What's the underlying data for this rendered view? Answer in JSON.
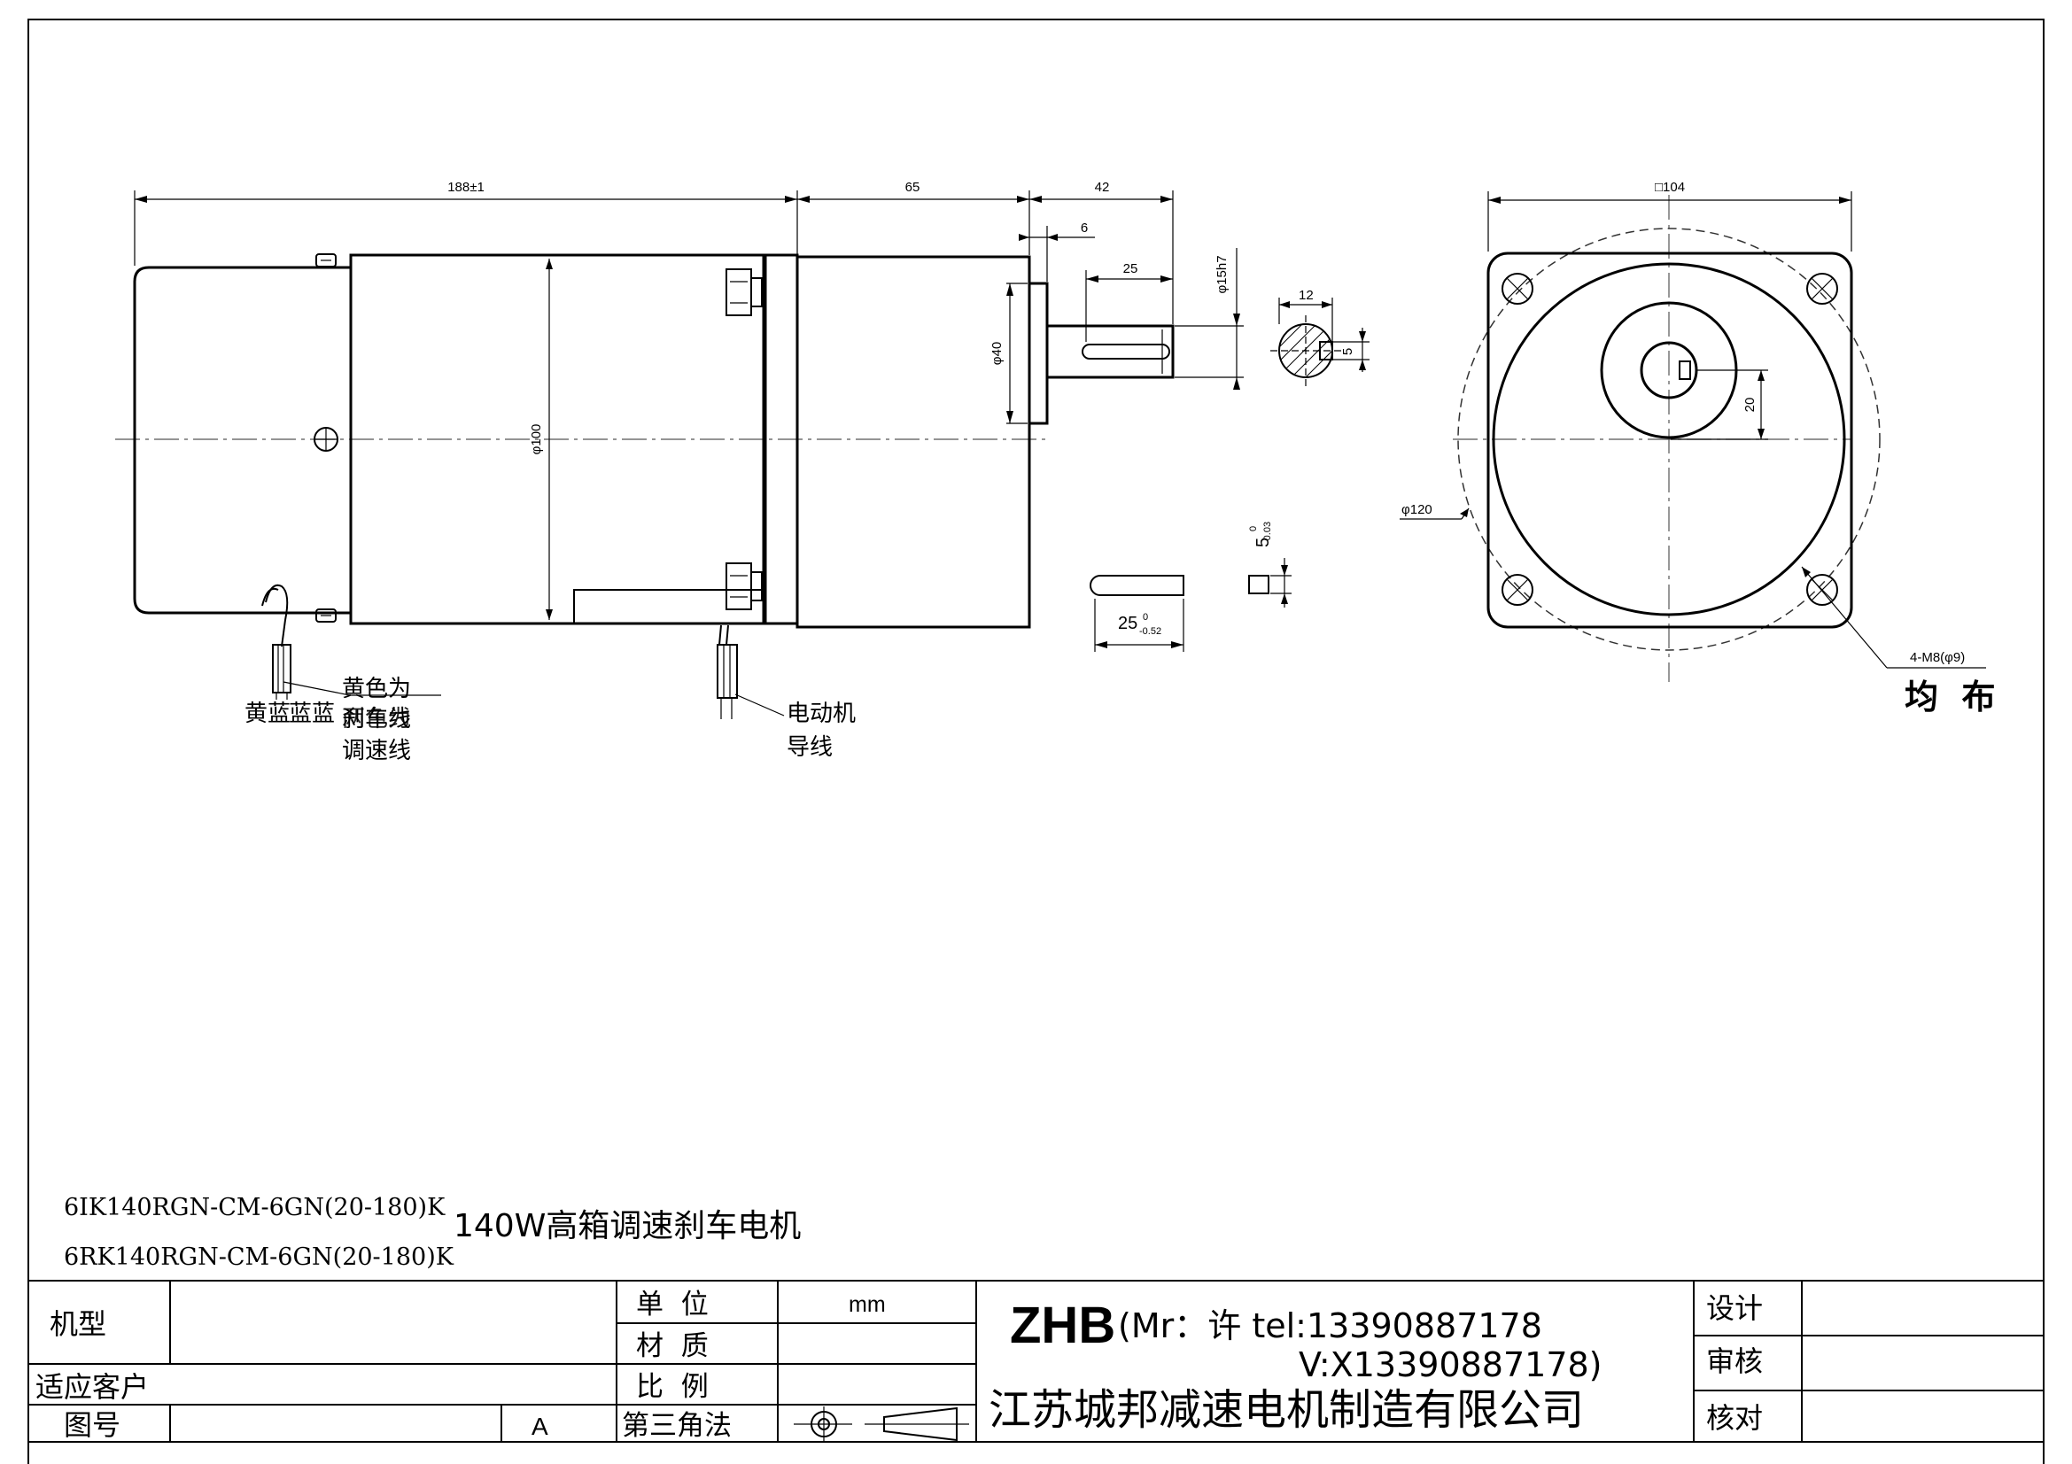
{
  "side_view": {
    "dim_total_length": "188±1",
    "dim_gear_length": "65",
    "dim_shaft_length": "42",
    "dim_shaft_shoulder": "6",
    "dim_key_length": "25",
    "dim_body_dia": "φ100",
    "dim_boss_dia": "φ40",
    "dim_shaft_dia": "φ15h7",
    "lead1": [
      "黄色为",
      "刹车线"
    ],
    "lead2": [
      "黄蓝",
      "蓝蓝",
      "两色为",
      "调速线"
    ],
    "motor_lead": [
      "电动机",
      "导线"
    ]
  },
  "shaft_section": {
    "dim_flat": "12",
    "dim_key": "5"
  },
  "key_detail": {
    "dim_key_width": "5",
    "dim_key_width_tol": [
      "0",
      "-0.03"
    ],
    "dim_key_len": "25",
    "dim_key_len_tol": [
      "0",
      "-0.52"
    ]
  },
  "front_view": {
    "dim_square": "□104",
    "dim_pcd": "φ120",
    "dim_offset": "20",
    "hole_spec": "4-M8(φ9)",
    "hole_note": "均  布"
  },
  "models": {
    "model1": "6IK140RGN-CM-6GN(20-180)K",
    "model2": "6RK140RGN-CM-6GN(20-180)K",
    "product": "140W高箱调速刹车电机"
  },
  "title_block": {
    "model_label": "机型",
    "customer_label": "适应客户",
    "drawing_no_label": "图号",
    "revision": "A",
    "unit_label": "单  位",
    "unit_value": "mm",
    "material_label": "材  质",
    "scale_label": "比  例",
    "projection_label": "第三角法",
    "brand": "ZHB",
    "contact1": "(Mr：许 tel:13390887178",
    "contact2": "V:X13390887178)",
    "company": "江苏城邦减速电机制造有限公司",
    "design_label": "设计",
    "review_label": "审核",
    "check_label": "核对"
  }
}
